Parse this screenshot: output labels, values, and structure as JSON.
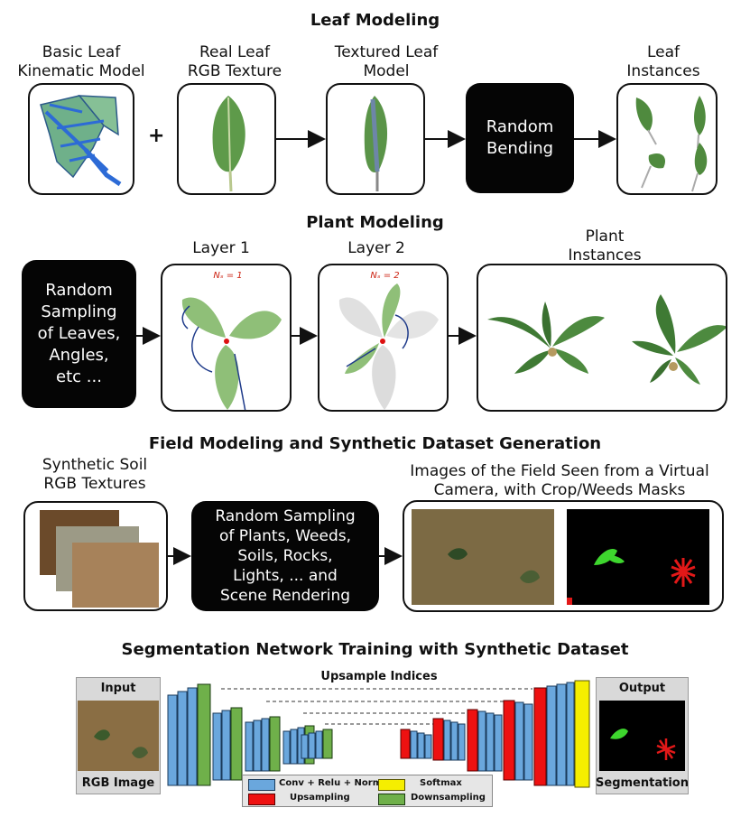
{
  "leaf": {
    "title": "Leaf Modeling",
    "basic_label": "Basic Leaf\nKinematic Model",
    "plus": "+",
    "real_label": "Real Leaf\nRGB Texture",
    "textured_label": "Textured Leaf\nModel",
    "bending": "Random\nBending",
    "instances_label": "Leaf\nInstances"
  },
  "plant": {
    "title": "Plant Modeling",
    "sampling": "Random\nSampling\nof Leaves,\nAngles,\netc ...",
    "layer1": "Layer 1",
    "layer2": "Layer 2",
    "layer1_count": "Nₛ = 1",
    "layer2_count": "Nₛ = 2",
    "instances_label": "Plant\nInstances"
  },
  "field": {
    "title": "Field Modeling and Synthetic Dataset Generation",
    "soil_label": "Synthetic Soil\nRGB Textures",
    "sampling": "Random Sampling\nof Plants, Weeds,\nSoils, Rocks,\nLights, ... and\nScene Rendering",
    "images_label": "Images of the Field Seen from a Virtual\nCamera, with Crop/Weeds Masks"
  },
  "net": {
    "title": "Segmentation Network Training with Synthetic Dataset",
    "input": "Input",
    "rgb": "RGB Image",
    "upsample_indices": "Upsample Indices",
    "output": "Output",
    "segmentation": "Segmentation",
    "legend": {
      "conv": "Conv + Relu + Norm",
      "softmax": "Softmax",
      "upsampling": "Upsampling",
      "downsampling": "Downsampling"
    }
  },
  "colors": {
    "conv": "#6aa7dd",
    "upsampling": "#ee1111",
    "softmax": "#f5ee00",
    "downsampling": "#6fb04a",
    "crop": "#3ed62e",
    "weed": "#e21818",
    "soil": "#8a6a3e"
  }
}
